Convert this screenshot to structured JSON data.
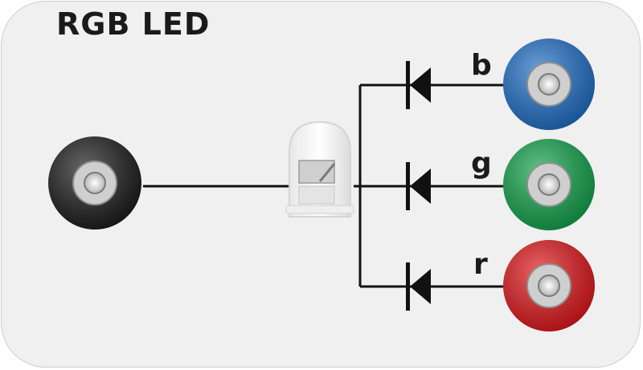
{
  "title": "RGB LED",
  "connectors": [
    {
      "id": "common",
      "label": "",
      "color": "#1a1a1a"
    },
    {
      "id": "b",
      "label": "b",
      "color": "#1f6fc6"
    },
    {
      "id": "g",
      "label": "g",
      "color": "#12a34b"
    },
    {
      "id": "r",
      "label": "r",
      "color": "#e0161a"
    }
  ]
}
